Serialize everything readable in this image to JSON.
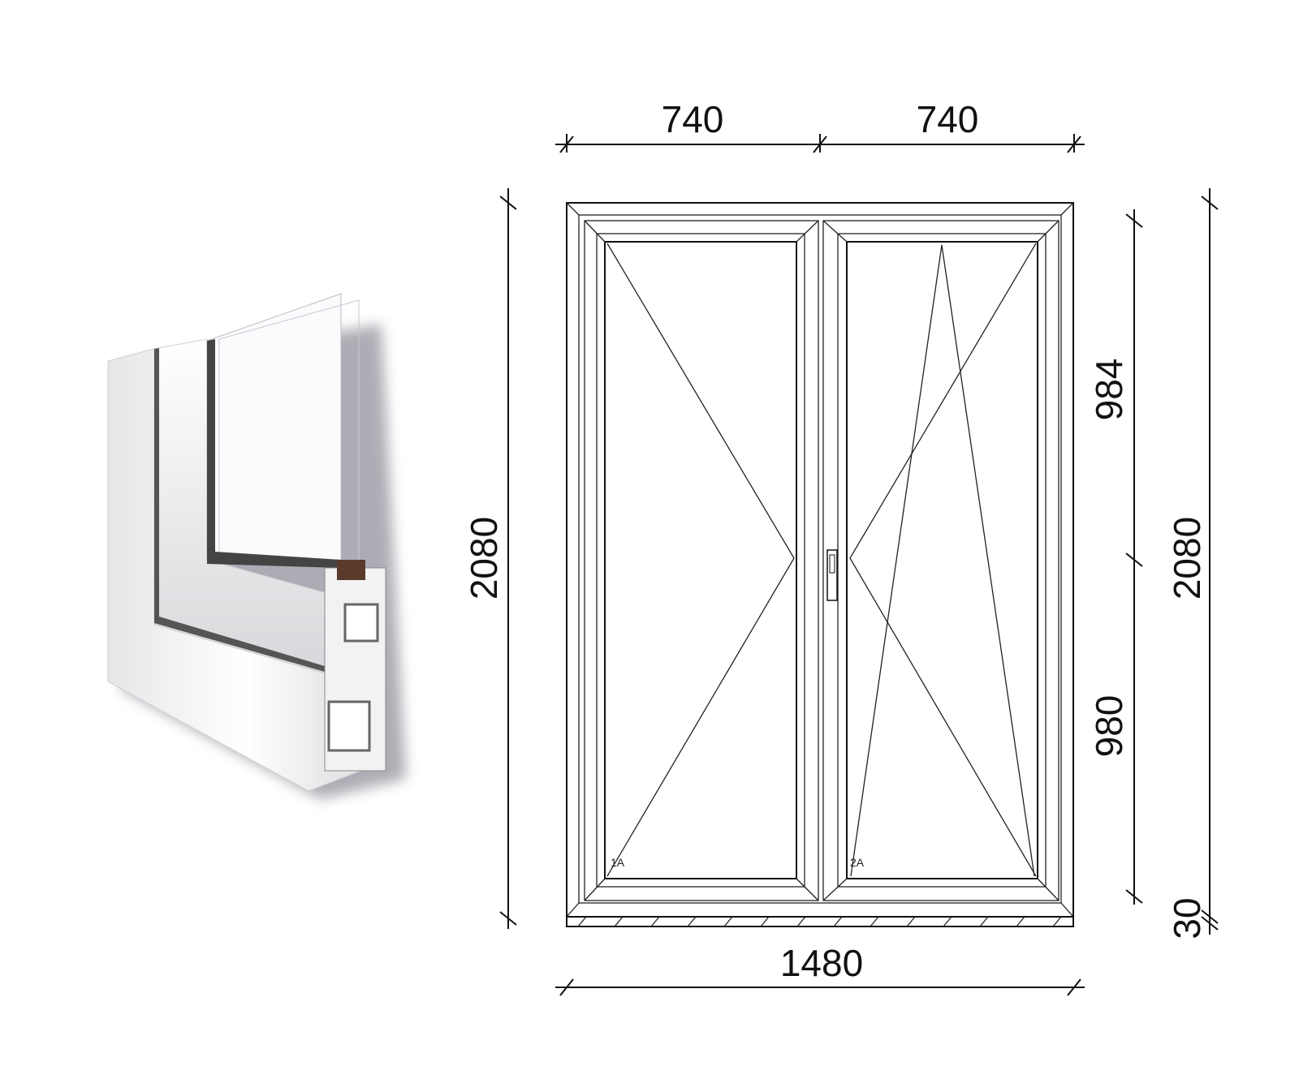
{
  "dimensions": {
    "top_left_width": "740",
    "top_right_width": "740",
    "total_width": "1480",
    "left_height": "2080",
    "right_total_height": "2080",
    "upper_sash_height": "984",
    "lower_sash_height": "980",
    "sill_height": "30"
  },
  "sashes": {
    "left_label": "1A",
    "right_label": "2A"
  }
}
